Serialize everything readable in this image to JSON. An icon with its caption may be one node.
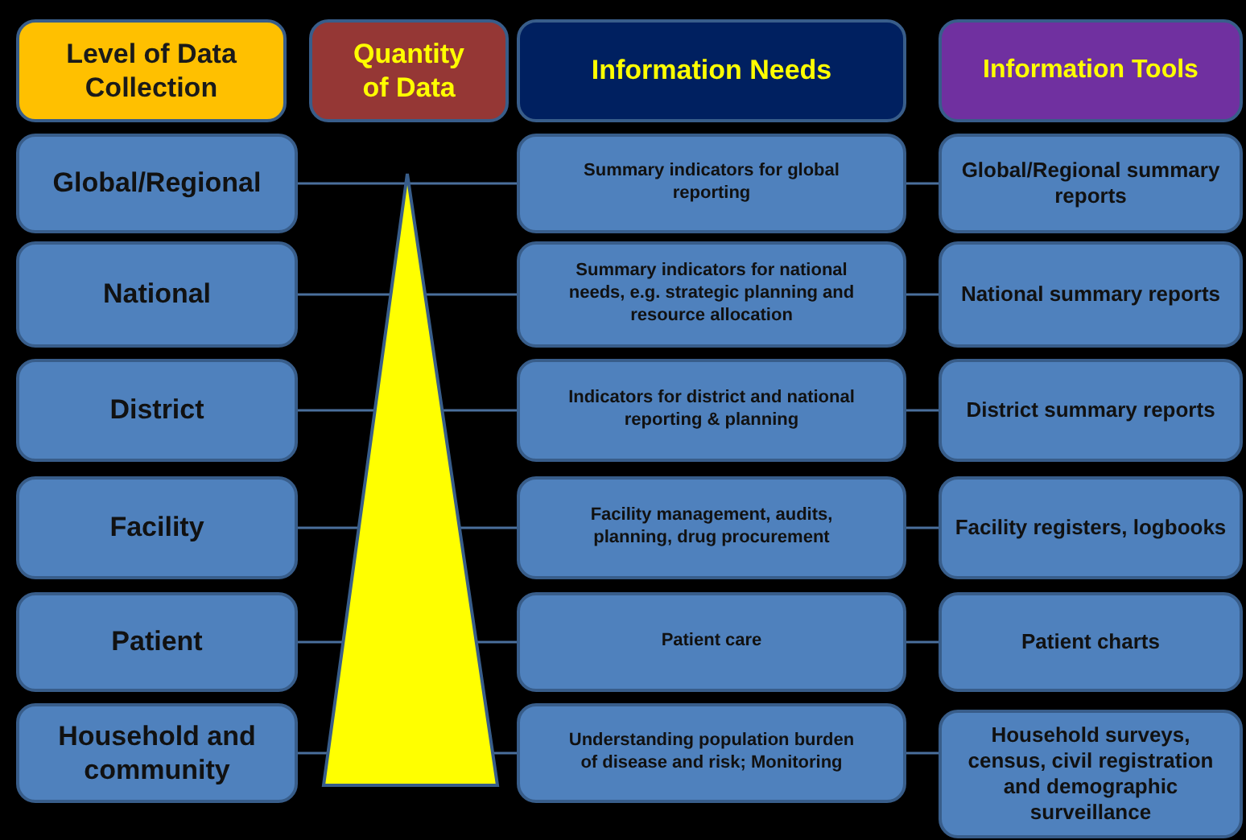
{
  "diagram": {
    "nodes": [
      {
        "text": [
          "Level of Data Collection"
        ]
      },
      {
        "text": [
          "Quantity of Data"
        ]
      },
      {
        "text": [
          "Information Needs"
        ]
      },
      {
        "text": [
          "Information Tools"
        ]
      },
      {
        "text": [
          "Global/Regional"
        ]
      },
      {
        "text": [
          "Summary indicators for global reporting"
        ]
      },
      {
        "text": [
          "Global/Regional summary reports"
        ]
      },
      {
        "text": [
          "National"
        ]
      },
      {
        "text": [
          "Summary indicators for national needs, e.g. strategic planning and resource allocation"
        ]
      },
      {
        "text": [
          "National summary reports"
        ]
      },
      {
        "text": [
          "District"
        ]
      },
      {
        "text": [
          "Indicators for district and national reporting & planning"
        ]
      },
      {
        "text": [
          "District summary reports"
        ]
      },
      {
        "text": [
          "Facility"
        ]
      },
      {
        "text": [
          "Facility management, audits, planning, drug procurement"
        ]
      },
      {
        "text": [
          "Facility registers, logbooks"
        ]
      },
      {
        "text": [
          "Patient"
        ]
      },
      {
        "text": [
          "Patient care"
        ]
      },
      {
        "text": [
          "Patient charts"
        ]
      },
      {
        "text": [
          "Household and community"
        ]
      },
      {
        "text": [
          "Understanding population burden of disease and risk; Monitoring"
        ]
      },
      {
        "text": [
          "Household surveys, census, civil registration and demographic surveillance"
        ]
      }
    ],
    "edges": [
      {
        "from": 4,
        "to": 5,
        "arrow": "none"
      },
      {
        "from": 5,
        "to": 6,
        "arrow": "none"
      },
      {
        "from": 7,
        "to": 8,
        "arrow": "none"
      },
      {
        "from": 8,
        "to": 9,
        "arrow": "none"
      },
      {
        "from": 10,
        "to": 11,
        "arrow": "none"
      },
      {
        "from": 11,
        "to": 12,
        "arrow": "none"
      },
      {
        "from": 13,
        "to": 14,
        "arrow": "none"
      },
      {
        "from": 14,
        "to": 15,
        "arrow": "none"
      },
      {
        "from": 16,
        "to": 17,
        "arrow": "none"
      },
      {
        "from": 17,
        "to": 18,
        "arrow": "none"
      },
      {
        "from": 19,
        "to": 20,
        "arrow": "none"
      },
      {
        "from": 20,
        "to": 21,
        "arrow": "none"
      }
    ]
  }
}
